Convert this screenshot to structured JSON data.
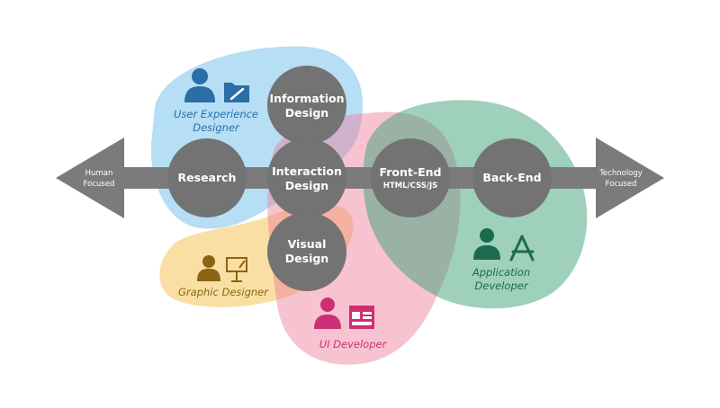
{
  "colors": {
    "arrow": "#7b7b7b",
    "node": "#737373",
    "ux": "#5db5e6",
    "ux_text": "#2a6ea8",
    "graphic": "#f5c04a",
    "graphic_text": "#8a6414",
    "ui": "#ee7a9a",
    "ui_text": "#cc2f74",
    "app": "#3ea27a",
    "app_text": "#1c6b4e"
  },
  "axis": {
    "left_line1": "Human",
    "left_line2": "Focused",
    "right_line1": "Technology",
    "right_line2": "Focused"
  },
  "nodes": {
    "information": {
      "line1": "Information",
      "line2": "Design"
    },
    "research": {
      "line1": "Research"
    },
    "interaction": {
      "line1": "Interaction",
      "line2": "Design"
    },
    "frontend": {
      "line1": "Front-End",
      "line2": "HTML/CSS/JS"
    },
    "backend": {
      "line1": "Back-End"
    },
    "visual": {
      "line1": "Visual",
      "line2": "Design"
    }
  },
  "roles": {
    "ux": {
      "line1": "User Experience",
      "line2": "Designer",
      "icon": "designer-icon",
      "tool_icon": "folder-pencil-icon"
    },
    "graphic": {
      "line1": "Graphic Designer",
      "icon": "designer-icon",
      "tool_icon": "easel-icon"
    },
    "ui": {
      "line1": "UI Developer",
      "icon": "developer-icon",
      "tool_icon": "browser-window-icon"
    },
    "app": {
      "line1": "Application",
      "line2": "Developer",
      "icon": "developer-icon",
      "tool_icon": "app-store-icon"
    }
  }
}
